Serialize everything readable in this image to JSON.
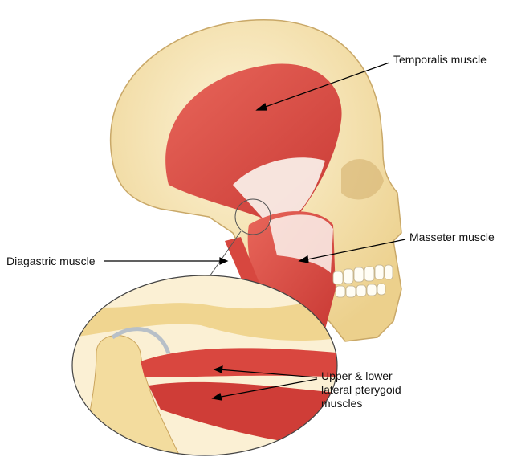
{
  "labels": {
    "temporalis": "Temporalis muscle",
    "masseter": "Masseter muscle",
    "diagastric": "Diagastric muscle",
    "pterygoid_line1": "Upper & lower",
    "pterygoid_line2": "lateral pterygoid",
    "pterygoid_line3": "muscles"
  },
  "colors": {
    "bone": "#f6e6b4",
    "muscle": "#e0524a",
    "tendon": "#ffffff",
    "line": "#000000"
  }
}
